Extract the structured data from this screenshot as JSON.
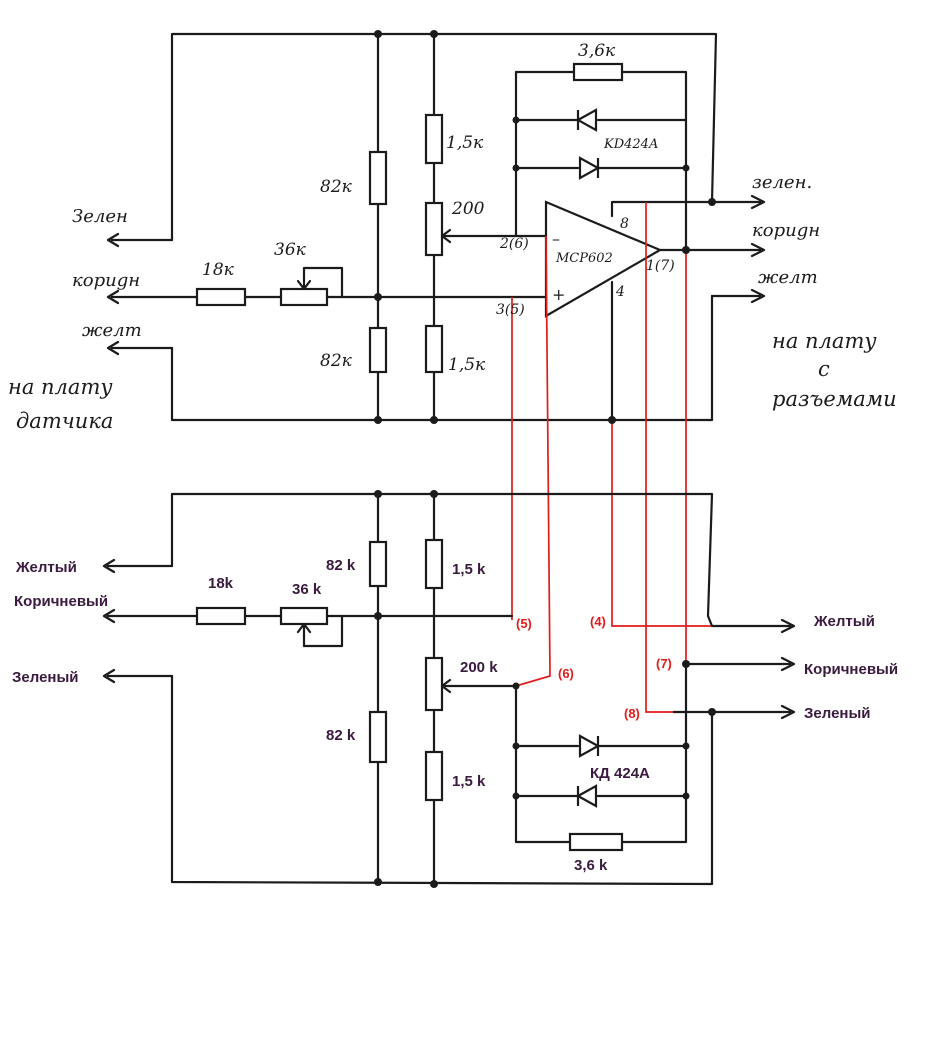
{
  "top": {
    "res_feedback": "3,6к",
    "diode": "KD424A",
    "res_divider_upper": "1,5к",
    "pot_center": "200",
    "res_82_upper": "82к",
    "res_82_lower": "82к",
    "res_divider_lower": "1,5к",
    "res_18": "18к",
    "pot_36": "36к",
    "opamp": "MCP602",
    "pin_inv": "2(6)",
    "pin_noninv": "3(5)",
    "pin_out": "1(7)",
    "pin_vdd": "8",
    "pin_gnd": "4",
    "sign_minus": "–",
    "sign_plus": "+",
    "left_wire_1": "Зелен",
    "left_wire_2": "кориgн",
    "left_wire_3": "желт",
    "left_dest_1": "на плату",
    "left_dest_2": "датчика",
    "right_wire_1": "зелен.",
    "right_wire_2": "кориgн",
    "right_wire_3": "желт",
    "right_dest_1": "на плату",
    "right_dest_2": "с",
    "right_dest_3": "разъемами"
  },
  "bottom": {
    "left_wire_1": "Желтый",
    "left_wire_2": "Коричневый",
    "left_wire_3": "Зеленый",
    "res_18": "18k",
    "pot_36": "36 k",
    "res_82_upper": "82 k",
    "res_82_lower": "82 k",
    "res_divider_upper": "1,5 k",
    "res_divider_lower": "1,5 k",
    "pot_center": "200 k",
    "diode": "КД 424А",
    "res_feedback": "3,6 k",
    "pin_5": "(5)",
    "pin_6": "(6)",
    "pin_4": "(4)",
    "pin_7": "(7)",
    "pin_8": "(8)",
    "right_wire_1": "Желтый",
    "right_wire_2": "Коричневый",
    "right_wire_3": "Зеленый"
  },
  "colors": {
    "ink": "#1b1b1b",
    "connection": "#e21b1b",
    "label": "#3a1a3e"
  }
}
